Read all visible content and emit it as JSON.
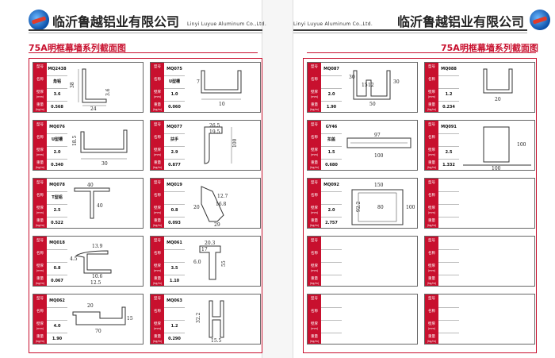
{
  "company": "临沂鲁越铝业有限公司",
  "company_en": "Linyi Luyue Aluminum Co.,Ltd.",
  "title": "75A明框幕墙系列截面图",
  "labels": {
    "model": "型号",
    "name": "名称",
    "thickness": "壁厚",
    "weight": "重量",
    "weight_unit": "(kg/m)",
    "thick_unit": "(mm)"
  },
  "left_cards": [
    {
      "model": "MQ2438",
      "name": "角铝",
      "thickness": "3.6",
      "weight": "0.568",
      "dims": [
        "38",
        "24",
        "3.6"
      ]
    },
    {
      "model": "MQ075",
      "name": "U型槽",
      "thickness": "1.0",
      "weight": "0.060",
      "dims": [
        "7",
        "10"
      ]
    },
    {
      "model": "MQ076",
      "name": "U型槽",
      "thickness": "2.0",
      "weight": "0.340",
      "dims": [
        "18.5",
        "30"
      ]
    },
    {
      "model": "MQ077",
      "name": "扶手",
      "thickness": "2.9",
      "weight": "0.877",
      "dims": [
        "26.5",
        "19.5",
        "100"
      ]
    },
    {
      "model": "MQ078",
      "name": "T型铝",
      "thickness": "2.5",
      "weight": "0.522",
      "dims": [
        "40",
        "40"
      ]
    },
    {
      "model": "MQ019",
      "name": "",
      "thickness": "0.8",
      "weight": "0.093",
      "dims": [
        "12.7",
        "20",
        "16.8",
        "29"
      ]
    },
    {
      "model": "MQ018",
      "name": "",
      "thickness": "0.8",
      "weight": "0.067",
      "dims": [
        "13.9",
        "4.5",
        "10.6",
        "12.5"
      ]
    },
    {
      "model": "MQ061",
      "name": "",
      "thickness": "3.5",
      "weight": "1.10",
      "dims": [
        "20.3",
        "17",
        "6.0",
        "55"
      ]
    },
    {
      "model": "MQ062",
      "name": "",
      "thickness": "4.0",
      "weight": "1.90",
      "dims": [
        "20",
        "70",
        "15"
      ]
    },
    {
      "model": "MQ063",
      "name": "",
      "thickness": "1.2",
      "weight": "0.290",
      "dims": [
        "32.2",
        "15.5"
      ]
    }
  ],
  "right_cards": [
    {
      "model": "MQ087",
      "name": "",
      "thickness": "2.0",
      "weight": "1.90",
      "dims": [
        "30",
        "15",
        "12",
        "30",
        "50"
      ]
    },
    {
      "model": "MQ088",
      "name": "",
      "thickness": "1.2",
      "weight": "0.234",
      "dims": [
        "20"
      ]
    },
    {
      "model": "GY46",
      "name": "扣盖",
      "thickness": "1.5",
      "weight": "0.680",
      "dims": [
        "97",
        "100"
      ]
    },
    {
      "model": "MQ091",
      "name": "",
      "thickness": "2.5",
      "weight": "1.332",
      "dims": [
        "100",
        "100"
      ]
    },
    {
      "model": "MQ092",
      "name": "",
      "thickness": "2.0",
      "weight": "2.757",
      "dims": [
        "150",
        "92.2",
        "80",
        "100"
      ]
    },
    {
      "model": "",
      "name": "",
      "thickness": "",
      "weight": "",
      "dims": []
    },
    {
      "model": "",
      "name": "",
      "thickness": "",
      "weight": "",
      "dims": []
    },
    {
      "model": "",
      "name": "",
      "thickness": "",
      "weight": "",
      "dims": []
    },
    {
      "model": "",
      "name": "",
      "thickness": "",
      "weight": "",
      "dims": []
    },
    {
      "model": "",
      "name": "",
      "thickness": "",
      "weight": "",
      "dims": []
    }
  ]
}
